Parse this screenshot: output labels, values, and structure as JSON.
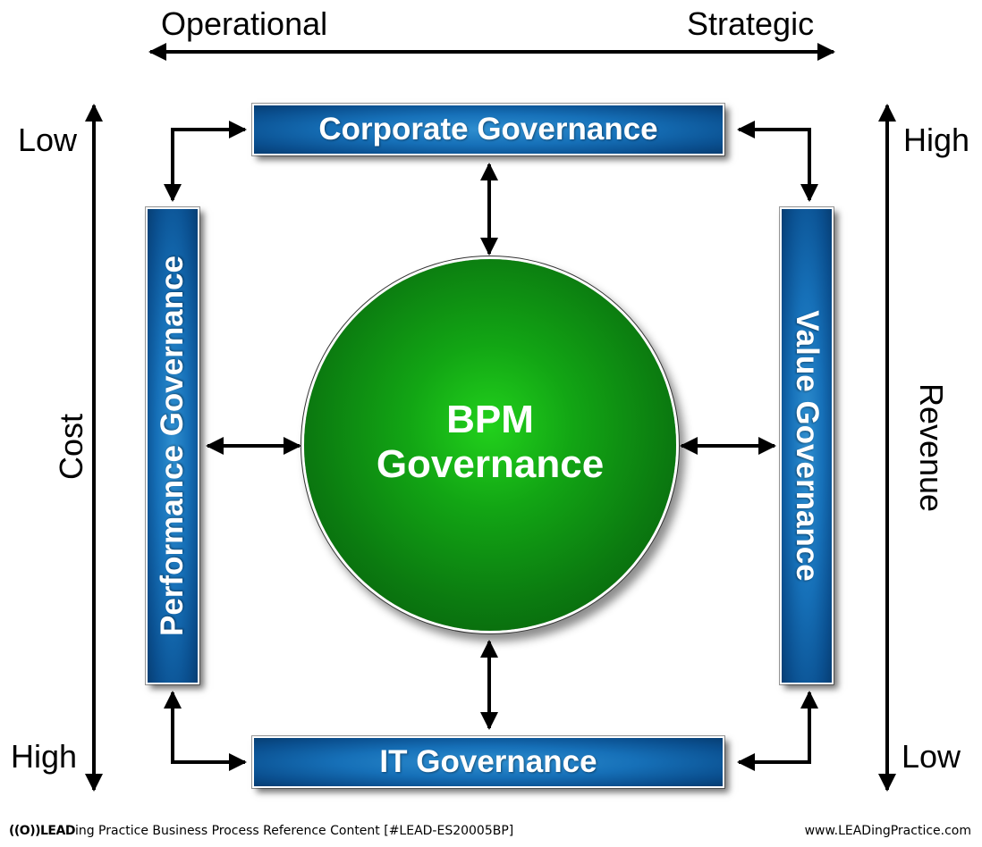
{
  "axes": {
    "top_left": "Operational",
    "top_right": "Strategic",
    "left_top": "Low",
    "left_middle": "Cost",
    "left_bottom": "High",
    "right_top": "High",
    "right_middle": "Revenue",
    "right_bottom": "Low"
  },
  "boxes": {
    "top": "Corporate Governance",
    "left": "Performance Governance",
    "right": "Value Governance",
    "bottom": "IT Governance"
  },
  "center": {
    "line1": "BPM",
    "line2": "Governance"
  },
  "footer": {
    "logo": "((O))LEAD",
    "left_text": "ing Practice Business Process Reference Content [#LEAD-ES20005BP]",
    "right_text": "www.LEADingPractice.com"
  },
  "colors": {
    "box_blue": "#1670b8",
    "circle_green": "#12a514",
    "arrow": "#000000"
  }
}
